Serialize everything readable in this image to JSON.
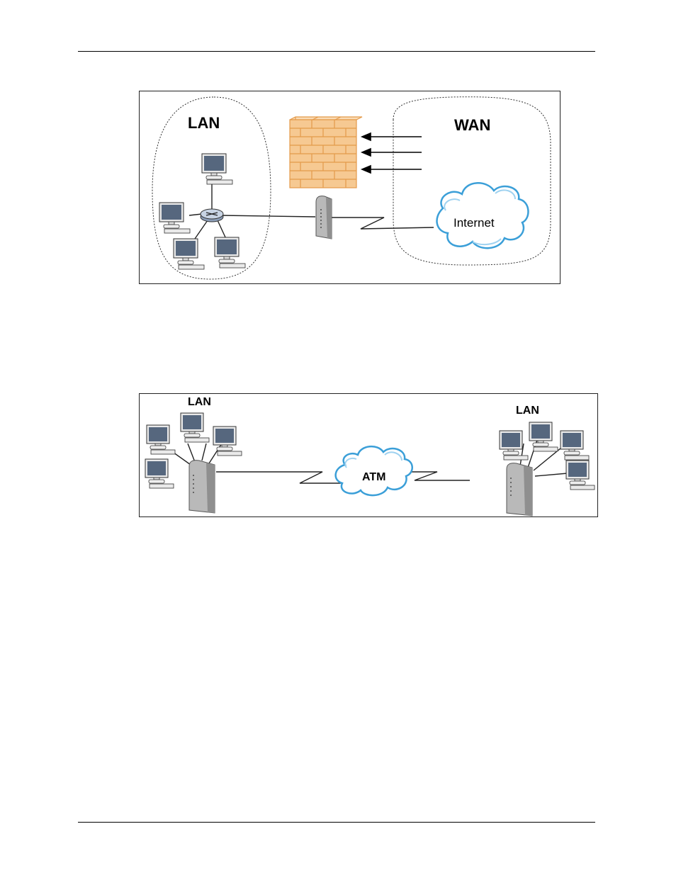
{
  "figure1": {
    "lan_label": "LAN",
    "wan_label": "WAN",
    "cloud_label": "Internet"
  },
  "figure2": {
    "left_lan_label": "LAN",
    "right_lan_label": "LAN",
    "cloud_label": "ATM"
  },
  "colors": {
    "brick_fill": "#f6c992",
    "brick_stroke": "#e49a4a",
    "cloud_stroke": "#3b9fd8",
    "device_fill": "#b9b9b9",
    "monitor_screen": "#56677e"
  }
}
